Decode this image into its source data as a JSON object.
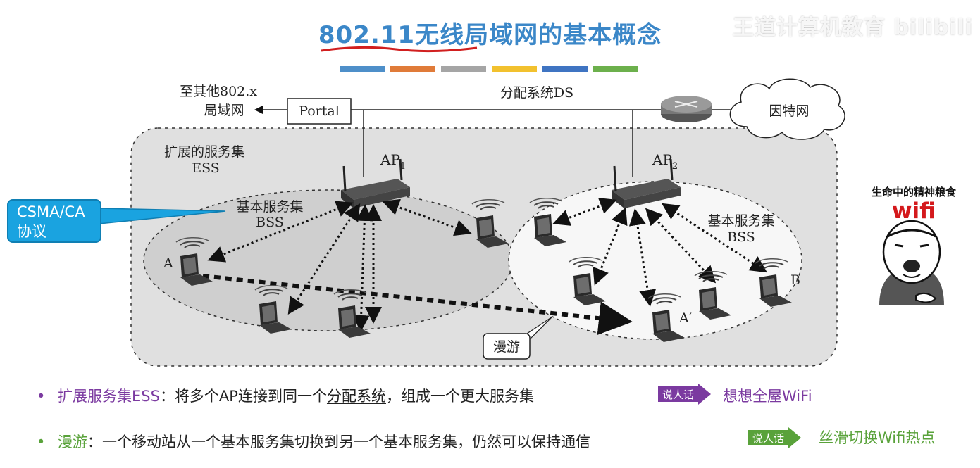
{
  "slide": {
    "title": "802.11无线局域网的基本概念",
    "watermark": "王道计算机教育 bilibili",
    "bar_colors": [
      "#4e8fc9",
      "#e07b39",
      "#a5a5a5",
      "#f2c12e",
      "#3f74c2",
      "#6cb04c"
    ],
    "accent_red": "#d11f1f"
  },
  "diagram": {
    "label_other_lan_line1": "至其他802.x",
    "label_other_lan_line2": "局域网",
    "portal": "Portal",
    "ds": "分配系统DS",
    "internet": "因特网",
    "ess_line1": "扩展的服务集",
    "ess_line2": "ESS",
    "ap1": "AP",
    "ap1_sub": "1",
    "ap2": "AP",
    "ap2_sub": "2",
    "bss1_line1": "基本服务集",
    "bss1_line2": "BSS",
    "bss2_line1": "基本服务集",
    "bss2_line2": "BSS",
    "station_a": "A",
    "station_a_prime": "A′",
    "station_b": "B",
    "roam": "漫游"
  },
  "callout": {
    "line1": "CSMA/CA",
    "line2": "协议"
  },
  "meme": {
    "caption1": "生命中的精神粮食",
    "caption2": "wifi"
  },
  "bullets": [
    {
      "term": "扩展服务集ESS",
      "text_a": "：将多个AP连接到同一个",
      "underlined": "分配系统",
      "text_b": "，组成一个更大服务集",
      "tag": "说人话",
      "note": "想想全屋WiFi",
      "color": "#7b3aa0"
    },
    {
      "term": "漫游",
      "text_a": "：一个移动站从一个基本服务集切换到另一个基本服务集，仍然可以保持通信",
      "tag": "说人话",
      "note": "丝滑切换Wifi热点",
      "color": "#59a23a"
    }
  ]
}
